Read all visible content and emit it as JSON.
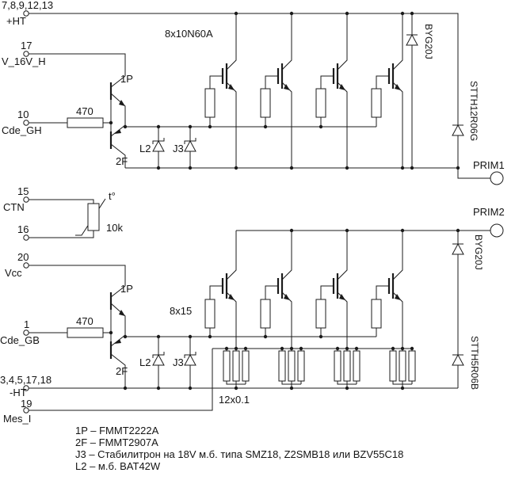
{
  "schematic": {
    "pins": {
      "ht_plus_numbers": "7,8,9,12,13",
      "ht_plus": "+HT",
      "v16_number": "17",
      "v16": "V_16V_H",
      "cde_gh_number": "10",
      "cde_gh": "Cde_GH",
      "ctn_number_top": "15",
      "ctn": "CTN",
      "ctn_number_bottom": "16",
      "vcc_number": "20",
      "vcc": "Vcc",
      "cde_gb_number": "1",
      "cde_gb": "Cde_GB",
      "ht_minus_numbers": "3,4,5,17,18",
      "ht_minus": "-HT",
      "mes_i_number": "19",
      "mes_i": "Mes_I"
    },
    "components": {
      "igbt_top_label": "8x10N60A",
      "base_resistor_top": "470",
      "npn_top": "1P",
      "pnp_top": "2F",
      "zener_l2_top": "L2",
      "zener_j3_top": "J3",
      "byg20j_top": "BYG20J",
      "stth_top": "STTH12R06G",
      "prim1": "PRIM1",
      "prim2": "PRIM2",
      "ntc_value": "10k",
      "ntc_temp": "t°",
      "base_resistor_bottom": "470",
      "npn_bottom": "1P",
      "pnp_bottom": "2F",
      "gate_resistors_bottom": "8x15",
      "zener_l2_bottom": "L2",
      "zener_j3_bottom": "J3",
      "shunt_resistors": "12x0.1",
      "byg20j_bottom": "BYG20J",
      "stth_bottom": "STTH5R06B"
    },
    "legend": [
      "1P – FMMT2222A",
      "2F – FMMT2907A",
      "J3 – Стабилитрон на 18V м.б. типа SMZ18, Z2SMB18 или BZV55C18",
      "L2 – м.б. BAT42W"
    ]
  }
}
